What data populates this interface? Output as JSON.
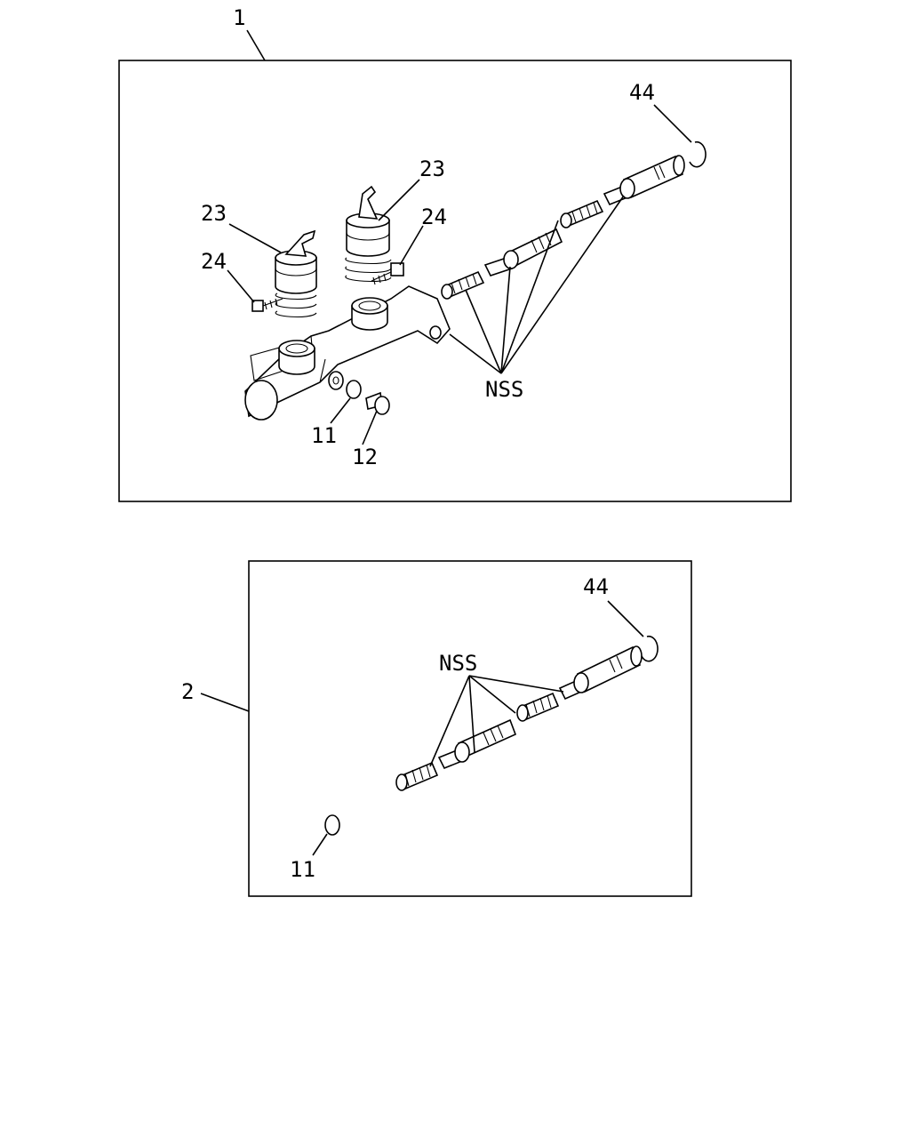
{
  "assemblies": [
    {
      "ref": "1",
      "callouts": {
        "seal": "44",
        "reservoir_upper": "23",
        "reservoir_left": "23",
        "bolt_upper": "24",
        "bolt_left": "24",
        "not_serviced": "NSS",
        "washer": "11",
        "plug": "12"
      }
    },
    {
      "ref": "2",
      "callouts": {
        "seal": "44",
        "not_serviced": "NSS",
        "washer": "11"
      }
    }
  ]
}
